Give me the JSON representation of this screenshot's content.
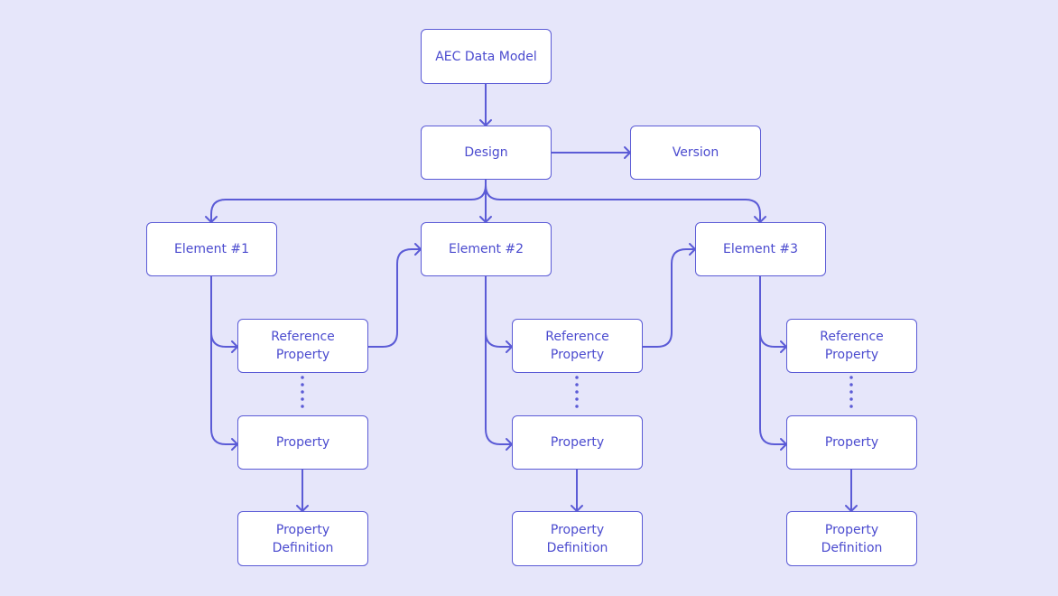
{
  "colors": {
    "background": "#e6e6fa",
    "accent": "#5b5bd6",
    "node_fill": "#ffffff",
    "text": "#4b4bcf"
  },
  "nodes": {
    "aec_data_model": "AEC Data Model",
    "design": "Design",
    "version": "Version",
    "element_1": "Element #1",
    "element_2": "Element #2",
    "element_3": "Element #3",
    "reference_property_1": "Reference Property",
    "reference_property_2": "Reference Property",
    "reference_property_3": "Reference Property",
    "property_1": "Property",
    "property_2": "Property",
    "property_3": "Property",
    "property_definition_1": "Property Definition",
    "property_definition_2": "Property Definition",
    "property_definition_3": "Property Definition"
  }
}
